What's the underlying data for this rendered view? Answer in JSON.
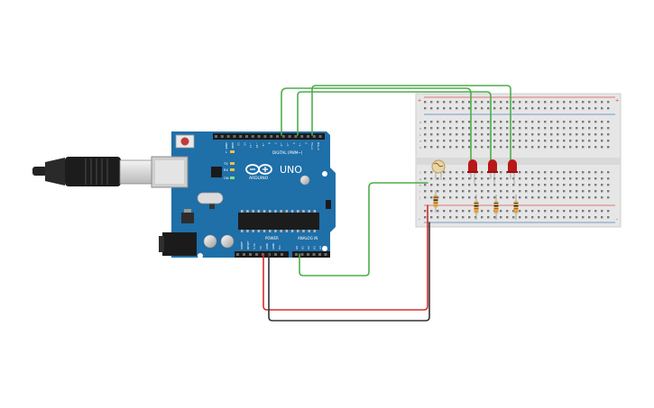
{
  "board": {
    "brand": "ARDUINO",
    "model": "UNO",
    "digital_label": "DIGITAL (PWM~)",
    "power_label": "POWER",
    "analog_label": "ANALOG IN",
    "tx_label": "TX",
    "rx_label": "RX",
    "l_label": "L",
    "on_label": "ON",
    "aref_label": "AREF",
    "gnd_label": "GND",
    "digital_pins": [
      "13",
      "12",
      "~11",
      "~10",
      "~9",
      "8",
      "7",
      "~6",
      "~5",
      "4",
      "~3",
      "2",
      "TX→1",
      "RX←0"
    ],
    "power_pins": [
      "IOREF",
      "RESET",
      "3.3V",
      "5V",
      "GND",
      "GND",
      "Vin"
    ],
    "analog_pins": [
      "A0",
      "A1",
      "A2",
      "A3",
      "A4",
      "A5"
    ]
  },
  "breadboard": {
    "rows_top": [
      "a",
      "b",
      "c",
      "d",
      "e"
    ],
    "rows_bottom": [
      "f",
      "g",
      "h",
      "i",
      "j"
    ],
    "plus": "+",
    "minus": "-"
  },
  "colors": {
    "board_blue": "#1f6fa8",
    "board_dark": "#175a8a",
    "wire_green": "#4cae4c",
    "wire_red": "#d62b2b",
    "wire_black": "#333333",
    "led_red": "#b81818",
    "breadboard": "#e6e6e6",
    "rail_red": "#e05050",
    "rail_blue": "#5080c0"
  }
}
